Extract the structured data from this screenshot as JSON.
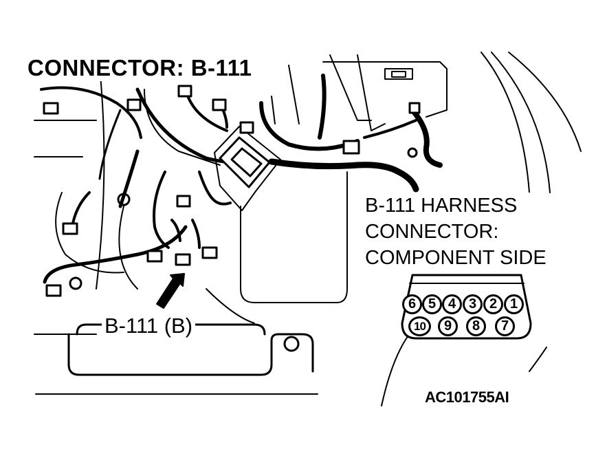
{
  "diagram": {
    "title": "CONNECTOR: B-111",
    "harness_label": {
      "line1": "B-111 HARNESS",
      "line2": "CONNECTOR:",
      "line3": "COMPONENT SIDE"
    },
    "location_label": "B-111 (B)",
    "figure_code": "AC101755AI"
  },
  "connector": {
    "top_row": [
      "6",
      "5",
      "4",
      "3",
      "2",
      "1"
    ],
    "bottom_row": [
      "10",
      "9",
      "8",
      "7"
    ]
  }
}
